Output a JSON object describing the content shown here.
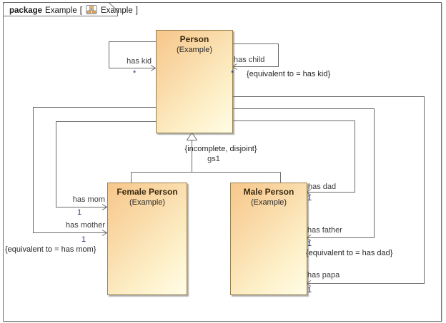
{
  "package_tab": {
    "keyword": "package",
    "context_name": "Example",
    "open_bracket": "[",
    "diagram_name": "Example",
    "close_bracket": "]",
    "icon": "class-diagram-icon"
  },
  "classes": {
    "person": {
      "name": "Person",
      "package": "(Example)"
    },
    "female": {
      "name": "Female Person",
      "package": "(Example)"
    },
    "male": {
      "name": "Male Person",
      "package": "(Example)"
    }
  },
  "generalization": {
    "constraint": "{incomplete, disjoint}",
    "name": "gs1"
  },
  "associations": {
    "has_kid": {
      "name": "has kid",
      "multiplicity": "*"
    },
    "has_child": {
      "name": "has child",
      "multiplicity": "*",
      "constraint": "{equivalent to = has kid}"
    },
    "has_mom": {
      "name": "has mom",
      "multiplicity": "1"
    },
    "has_mother": {
      "name": "has mother",
      "multiplicity": "1",
      "constraint": "{equivalent to = has mom}"
    },
    "has_dad": {
      "name": "has dad",
      "multiplicity": "1"
    },
    "has_father": {
      "name": "has father",
      "multiplicity": "1",
      "constraint": "{equivalent to = has dad}"
    },
    "has_papa": {
      "name": "has papa",
      "multiplicity": "1"
    }
  },
  "colors": {
    "class_fill_start": "#f8c78b",
    "class_fill_end": "#fffce6",
    "class_border": "#97814f",
    "connector": "#6b6b6b",
    "frame_border": "#6f6f6f",
    "label_text": "#3b3b3b",
    "multiplicity_text": "#26357f",
    "icon_fill": "#f0b264"
  }
}
